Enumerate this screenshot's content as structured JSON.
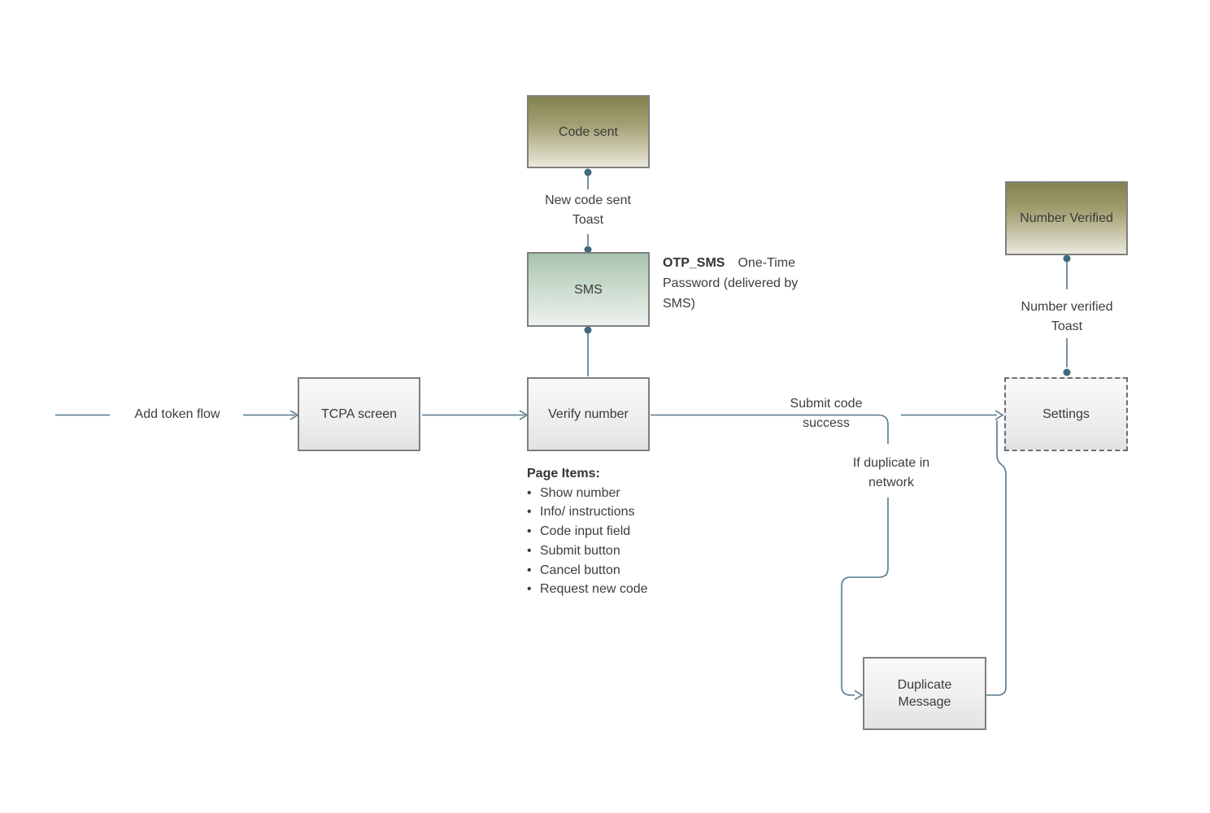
{
  "nodes": {
    "code_sent": {
      "label": "Code sent"
    },
    "sms": {
      "label": "SMS"
    },
    "tcpa": {
      "label": "TCPA screen"
    },
    "verify_number": {
      "label": "Verify number"
    },
    "settings": {
      "label": "Settings"
    },
    "duplicate_message": {
      "label": "Duplicate Message"
    },
    "number_verified": {
      "label": "Number Verified"
    }
  },
  "edge_labels": {
    "add_token_flow": "Add token flow",
    "new_code_sent_toast": "New code sent Toast",
    "submit_code_success": "Submit code success",
    "if_duplicate_in_network": "If duplicate in network",
    "number_verified_toast": "Number verified Toast"
  },
  "annotations": {
    "otp_term": "OTP_SMS",
    "otp_definition": "One-Time Password (delivered by SMS)",
    "page_items_heading": "Page Items:",
    "page_items_bullet": "•",
    "page_items": [
      "Show number",
      "Info/ instructions",
      "Code input field",
      "Submit button",
      "Cancel button",
      "Request new code"
    ]
  },
  "colors": {
    "connector": "#54788c",
    "connector_dot": "#41697c",
    "box_border": "#7f7f7f",
    "text": "#3d3d3d",
    "gray_box_top": "#f9f9f9",
    "gray_box_bottom": "#e2e2e2",
    "olive_box_top": "#82824e",
    "olive_box_bottom": "#eae8da",
    "green_box_top": "#a8c2ae",
    "green_box_bottom": "#edf2ed"
  }
}
